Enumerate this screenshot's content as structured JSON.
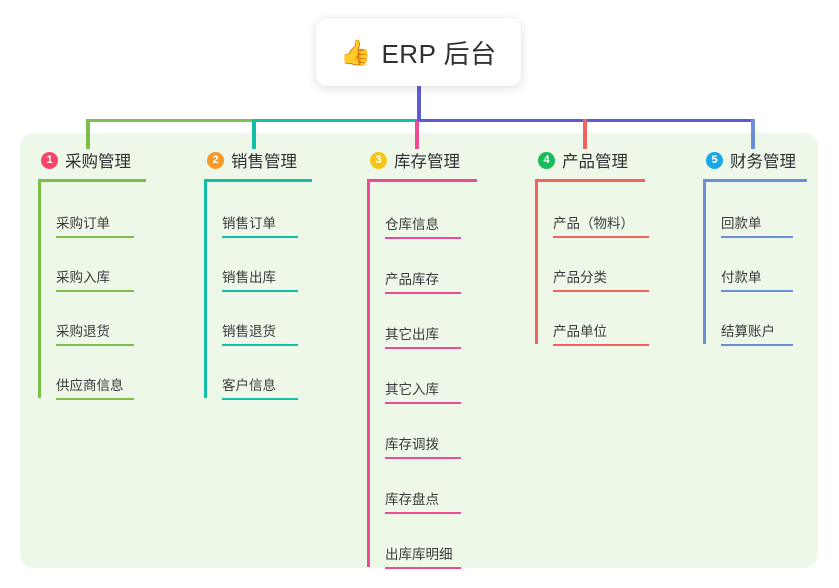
{
  "root": {
    "emoji": "👍",
    "emoji_name": "thumbs-up-icon",
    "title": "ERP 后台"
  },
  "colors": {
    "panel_bg": "#eef8e8",
    "page_bg": "#ffffff",
    "root_stem": "#5b5bd6",
    "bus_green": "#7dbf4a",
    "bus_teal": "#13bfa6",
    "bus_purple": "#5b5bd6"
  },
  "columns": [
    {
      "index": "1",
      "badge_color": "#f2466b",
      "line_color": "#7dbf4a",
      "title": "采购管理",
      "items": [
        "采购订单",
        "采购入库",
        "采购退货",
        "供应商信息"
      ]
    },
    {
      "index": "2",
      "badge_color": "#f59a28",
      "line_color": "#13bfa6",
      "title": "销售管理",
      "items": [
        "销售订单",
        "销售出库",
        "销售退货",
        "客户信息"
      ]
    },
    {
      "index": "3",
      "badge_color": "#f5c518",
      "line_color": "#ef4a96",
      "title": "库存管理",
      "items": [
        "仓库信息",
        "产品库存",
        "其它出库",
        "其它入库",
        "库存调拨",
        "库存盘点",
        "出库库明细"
      ]
    },
    {
      "index": "4",
      "badge_color": "#17bb5a",
      "line_color": "#f2625f",
      "title": "产品管理",
      "items": [
        "产品（物料）",
        "产品分类",
        "产品单位"
      ]
    },
    {
      "index": "5",
      "badge_color": "#1aa8e8",
      "line_color": "#6a8fd8",
      "title": "财务管理",
      "items": [
        "回款单",
        "付款单",
        "结算账户"
      ]
    }
  ]
}
